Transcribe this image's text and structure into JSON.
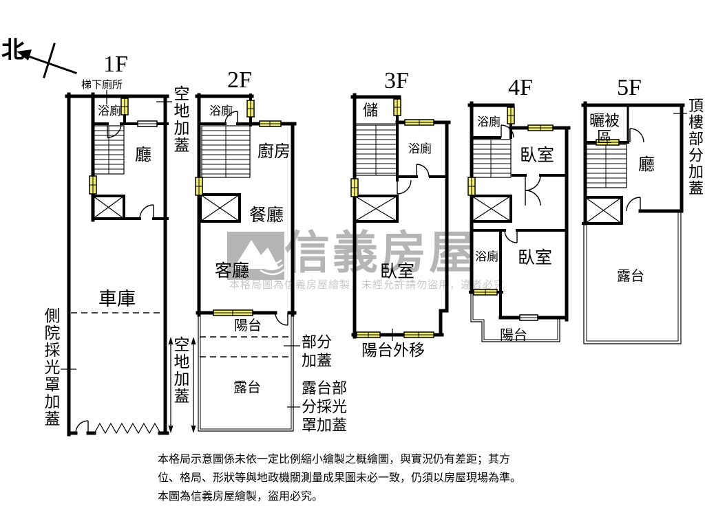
{
  "colors": {
    "wall": "#000000",
    "window_fill": "#efec76",
    "watermark": "#b5b5b5",
    "watermark_light": "#c9c9c9"
  },
  "compass": {
    "north_label": "北"
  },
  "watermark": {
    "brand": "信義房屋",
    "notice": "本格局圖為信義房屋繪製，未經允許請勿盜用，違者必究"
  },
  "floors": {
    "f1": {
      "title": "1F",
      "stair_toilet": "梯下廁所",
      "bath": "浴廁",
      "hall": "廳",
      "garage": "車庫",
      "side_note": "側院採光罩加蓋",
      "open_note": "空地加蓋"
    },
    "f2": {
      "title": "2F",
      "bath": "浴廁",
      "kitchen": "廚房",
      "dining": "餐廳",
      "living": "客廳",
      "balcony": "陽台",
      "terrace": "露台",
      "open_note": "空地加蓋",
      "partial_line1": "部分",
      "partial_line2": "加蓋",
      "terrace_note_line1": "露台部",
      "terrace_note_line2": "分採光",
      "terrace_note_line3": "罩加蓋"
    },
    "f3": {
      "title": "3F",
      "storage": "儲",
      "bath": "浴廁",
      "bedroom": "臥室",
      "balcony_note": "陽台外移"
    },
    "f4": {
      "title": "4F",
      "bath_top": "浴廁",
      "bedroom_top": "臥室",
      "bath_low": "浴廁",
      "bedroom_low": "臥室",
      "balcony": "陽台"
    },
    "f5": {
      "title": "5F",
      "quilt_line1": "曬被",
      "quilt_line2": "區",
      "hall": "廳",
      "terrace": "露台",
      "roof_note": "頂樓部分加蓋"
    }
  },
  "disclaimer": {
    "line1": "本格局示意圖係未依一定比例縮小繪製之概繪圖，與實況仍有差距；其方",
    "line2": "位、格局、形狀等與地政機關測量成果圖未必一致，仍須以房屋現場為準。",
    "line3": "本圖為信義房屋繪製，盜用必究。"
  }
}
